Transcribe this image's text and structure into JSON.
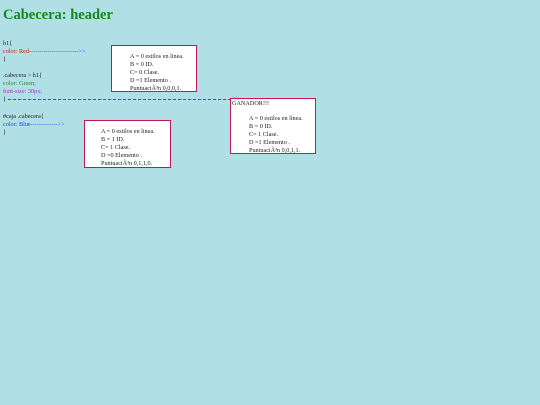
{
  "heading": "Cabecera: header",
  "rule1": {
    "selector": "h1{",
    "prop": "color: Red",
    "arrow": "------------------------>>",
    "close": "}"
  },
  "rule2": {
    "selector": ".cabecera > h1{",
    "prop1": "color: Green;",
    "prop2": "font-size: 30px;",
    "close": "}",
    "arrow": ">>"
  },
  "rule3": {
    "selector": "#caja .cabecera{",
    "prop": "color: Blue",
    "arrow": "------------->>",
    "close": "}"
  },
  "box1": {
    "lines": [
      "A = 0 estilos en linea.",
      "B = 0 ID.",
      "C= 0 Clase.",
      "D =1 Elemento .",
      "PuntuaciÃ³n 0,0,0,1."
    ]
  },
  "box2": {
    "title": "GANADOR!!!",
    "lines": [
      "A = 0 estilos en linea.",
      "B = 0 ID.",
      "C= 1 Clase.",
      "D =1 Elemento .",
      "PuntuaciÃ³n 0,0,1,1."
    ]
  },
  "box3": {
    "lines": [
      "A = 0 estilos en linea.",
      "B = 1 ID.",
      "C= 1 Clase.",
      "D =0 Elemento .",
      "PuntuaciÃ³n 0,1,1,0."
    ]
  },
  "colors": {
    "background": "#b0e0e6",
    "heading": "#138a1a",
    "box_border": "#c2185b",
    "arrow": "#2a4fe8"
  }
}
